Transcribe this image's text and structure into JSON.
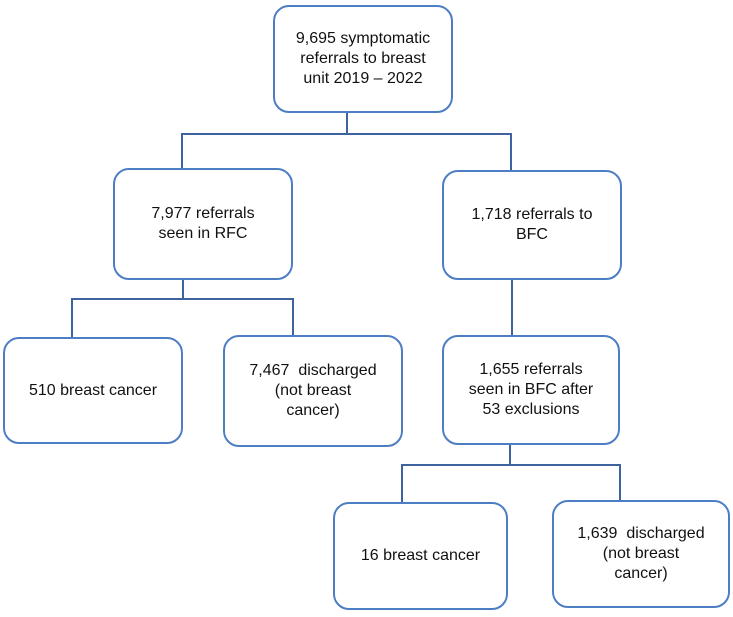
{
  "diagram": {
    "type": "flowchart",
    "description": "Symptomatic breast referral pathway 2019-2022",
    "colors": {
      "box_border": "#4d7ec4",
      "connector": "#3f639f",
      "text": "#111111",
      "background": "#ffffff"
    },
    "nodes": {
      "root": {
        "label": "9,695 symptomatic\nreferrals to breast\nunit 2019 – 2022"
      },
      "rfc": {
        "label": "7,977 referrals\nseen in RFC"
      },
      "bfc": {
        "label": "1,718 referrals to\nBFC"
      },
      "rfc_cancer": {
        "label": "510 breast cancer"
      },
      "rfc_discharged": {
        "label": "7,467  discharged\n(not breast\ncancer)"
      },
      "bfc_seen": {
        "label": "1,655 referrals\nseen in BFC after\n53 exclusions"
      },
      "bfc_cancer": {
        "label": "16 breast cancer"
      },
      "bfc_discharged": {
        "label": "1,639  discharged\n(not breast\ncancer)"
      }
    },
    "edges": [
      {
        "from": "root",
        "to": "rfc"
      },
      {
        "from": "root",
        "to": "bfc"
      },
      {
        "from": "rfc",
        "to": "rfc_cancer"
      },
      {
        "from": "rfc",
        "to": "rfc_discharged"
      },
      {
        "from": "bfc",
        "to": "bfc_seen"
      },
      {
        "from": "bfc_seen",
        "to": "bfc_cancer"
      },
      {
        "from": "bfc_seen",
        "to": "bfc_discharged"
      }
    ]
  }
}
